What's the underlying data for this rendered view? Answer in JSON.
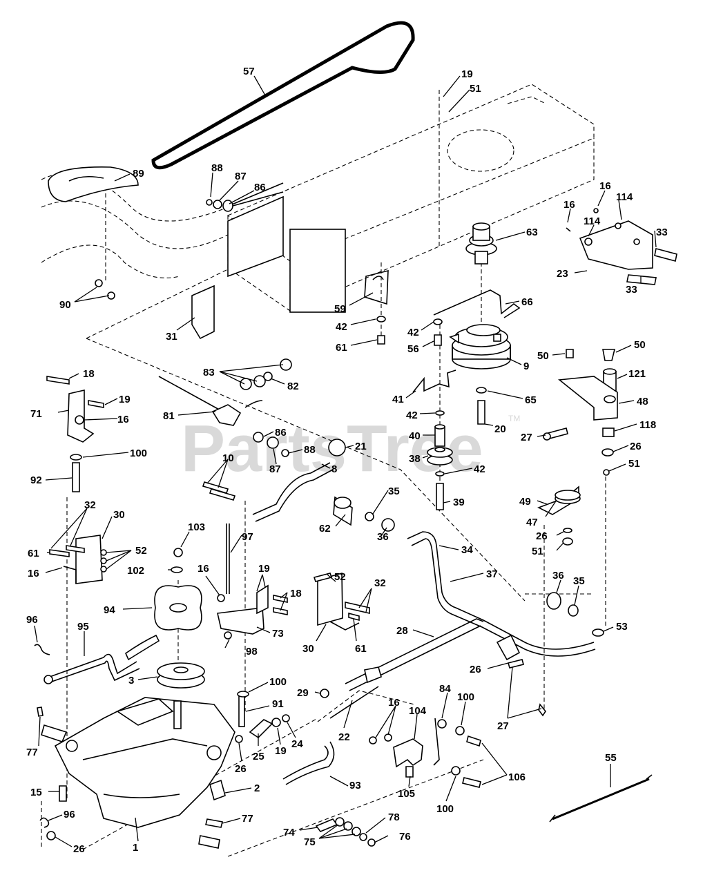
{
  "watermark": {
    "text": "PartsTree",
    "tm": "TM"
  },
  "labels": [
    {
      "id": "57",
      "text": "57"
    },
    {
      "id": "19a",
      "text": "19"
    },
    {
      "id": "51a",
      "text": "51"
    },
    {
      "id": "89",
      "text": "89"
    },
    {
      "id": "88a",
      "text": "88"
    },
    {
      "id": "87a",
      "text": "87"
    },
    {
      "id": "86a",
      "text": "86"
    },
    {
      "id": "16a",
      "text": "16"
    },
    {
      "id": "16b",
      "text": "16"
    },
    {
      "id": "114a",
      "text": "114"
    },
    {
      "id": "114b",
      "text": "114"
    },
    {
      "id": "33a",
      "text": "33"
    },
    {
      "id": "63",
      "text": "63"
    },
    {
      "id": "23",
      "text": "23"
    },
    {
      "id": "33b",
      "text": "33"
    },
    {
      "id": "90",
      "text": "90"
    },
    {
      "id": "59",
      "text": "59"
    },
    {
      "id": "66",
      "text": "66"
    },
    {
      "id": "31",
      "text": "31"
    },
    {
      "id": "42a",
      "text": "42"
    },
    {
      "id": "42b",
      "text": "42"
    },
    {
      "id": "61a",
      "text": "61"
    },
    {
      "id": "56",
      "text": "56"
    },
    {
      "id": "50a",
      "text": "50"
    },
    {
      "id": "50b",
      "text": "50"
    },
    {
      "id": "9",
      "text": "9"
    },
    {
      "id": "121",
      "text": "121"
    },
    {
      "id": "18a",
      "text": "18"
    },
    {
      "id": "83",
      "text": "83"
    },
    {
      "id": "82",
      "text": "82"
    },
    {
      "id": "41",
      "text": "41"
    },
    {
      "id": "65",
      "text": "65"
    },
    {
      "id": "48",
      "text": "48"
    },
    {
      "id": "71",
      "text": "71"
    },
    {
      "id": "19b",
      "text": "19"
    },
    {
      "id": "81",
      "text": "81"
    },
    {
      "id": "16c",
      "text": "16"
    },
    {
      "id": "42c",
      "text": "42"
    },
    {
      "id": "20",
      "text": "20"
    },
    {
      "id": "27a",
      "text": "27"
    },
    {
      "id": "118",
      "text": "118"
    },
    {
      "id": "86b",
      "text": "86"
    },
    {
      "id": "40",
      "text": "40"
    },
    {
      "id": "100a",
      "text": "100"
    },
    {
      "id": "10",
      "text": "10"
    },
    {
      "id": "88b",
      "text": "88"
    },
    {
      "id": "21",
      "text": "21"
    },
    {
      "id": "26a",
      "text": "26"
    },
    {
      "id": "87b",
      "text": "87"
    },
    {
      "id": "38",
      "text": "38"
    },
    {
      "id": "51b",
      "text": "51"
    },
    {
      "id": "92",
      "text": "92"
    },
    {
      "id": "8",
      "text": "8"
    },
    {
      "id": "42d",
      "text": "42"
    },
    {
      "id": "35a",
      "text": "35"
    },
    {
      "id": "39",
      "text": "39"
    },
    {
      "id": "32a",
      "text": "32"
    },
    {
      "id": "30a",
      "text": "30"
    },
    {
      "id": "49",
      "text": "49"
    },
    {
      "id": "62",
      "text": "62"
    },
    {
      "id": "47",
      "text": "47"
    },
    {
      "id": "103",
      "text": "103"
    },
    {
      "id": "97",
      "text": "97"
    },
    {
      "id": "61b",
      "text": "61"
    },
    {
      "id": "52a",
      "text": "52"
    },
    {
      "id": "36a",
      "text": "36"
    },
    {
      "id": "26b",
      "text": "26"
    },
    {
      "id": "16d",
      "text": "16"
    },
    {
      "id": "102",
      "text": "102"
    },
    {
      "id": "51c",
      "text": "51"
    },
    {
      "id": "34",
      "text": "34"
    },
    {
      "id": "16e",
      "text": "16"
    },
    {
      "id": "19c",
      "text": "19"
    },
    {
      "id": "52b",
      "text": "52"
    },
    {
      "id": "37",
      "text": "37"
    },
    {
      "id": "18b",
      "text": "18"
    },
    {
      "id": "32b",
      "text": "32"
    },
    {
      "id": "36b",
      "text": "36"
    },
    {
      "id": "35b",
      "text": "35"
    },
    {
      "id": "94",
      "text": "94"
    },
    {
      "id": "73",
      "text": "73"
    },
    {
      "id": "96a",
      "text": "96"
    },
    {
      "id": "95",
      "text": "95"
    },
    {
      "id": "98",
      "text": "98"
    },
    {
      "id": "30b",
      "text": "30"
    },
    {
      "id": "61c",
      "text": "61"
    },
    {
      "id": "28",
      "text": "28"
    },
    {
      "id": "53",
      "text": "53"
    },
    {
      "id": "3",
      "text": "3"
    },
    {
      "id": "26c",
      "text": "26"
    },
    {
      "id": "100b",
      "text": "100"
    },
    {
      "id": "29",
      "text": "29"
    },
    {
      "id": "84",
      "text": "84"
    },
    {
      "id": "100c",
      "text": "100"
    },
    {
      "id": "91",
      "text": "91"
    },
    {
      "id": "16f",
      "text": "16"
    },
    {
      "id": "104",
      "text": "104"
    },
    {
      "id": "27b",
      "text": "27"
    },
    {
      "id": "77a",
      "text": "77"
    },
    {
      "id": "22",
      "text": "22"
    },
    {
      "id": "25",
      "text": "25"
    },
    {
      "id": "19d",
      "text": "19"
    },
    {
      "id": "24",
      "text": "24"
    },
    {
      "id": "26d",
      "text": "26"
    },
    {
      "id": "15",
      "text": "15"
    },
    {
      "id": "55",
      "text": "55"
    },
    {
      "id": "2",
      "text": "2"
    },
    {
      "id": "93",
      "text": "93"
    },
    {
      "id": "105",
      "text": "105"
    },
    {
      "id": "106",
      "text": "106"
    },
    {
      "id": "100d",
      "text": "100"
    },
    {
      "id": "96b",
      "text": "96"
    },
    {
      "id": "77b",
      "text": "77"
    },
    {
      "id": "78",
      "text": "78"
    },
    {
      "id": "74",
      "text": "74"
    },
    {
      "id": "26e",
      "text": "26"
    },
    {
      "id": "1",
      "text": "1"
    },
    {
      "id": "75",
      "text": "75"
    },
    {
      "id": "76",
      "text": "76"
    }
  ]
}
